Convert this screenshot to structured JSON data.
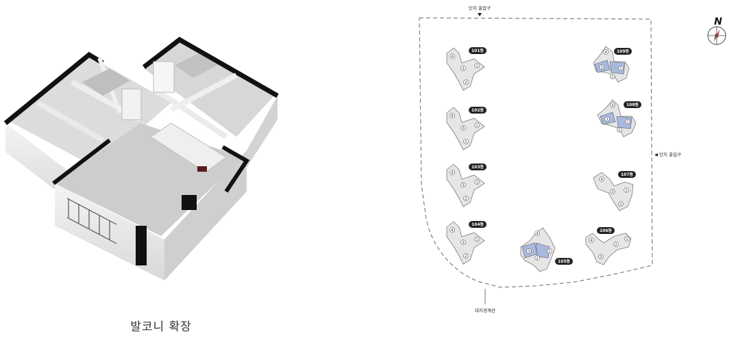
{
  "caption": "발코니 확장",
  "site": {
    "entrance_top": "단지 출입구",
    "entrance_right": "◀ 단지 출입구",
    "boundary_label": "대지경계선",
    "north_label": "N",
    "buildings": [
      {
        "id": "101동",
        "highlighted": false
      },
      {
        "id": "102동",
        "highlighted": false
      },
      {
        "id": "103동",
        "highlighted": false
      },
      {
        "id": "104동",
        "highlighted": false
      },
      {
        "id": "105동",
        "highlighted": true
      },
      {
        "id": "106동",
        "highlighted": false
      },
      {
        "id": "107동",
        "highlighted": false
      },
      {
        "id": "108동",
        "highlighted": true
      },
      {
        "id": "109동",
        "highlighted": true
      }
    ]
  },
  "colors": {
    "highlight": "#a9b9de",
    "normal": "#e6e6e6",
    "tag": "#222222"
  }
}
